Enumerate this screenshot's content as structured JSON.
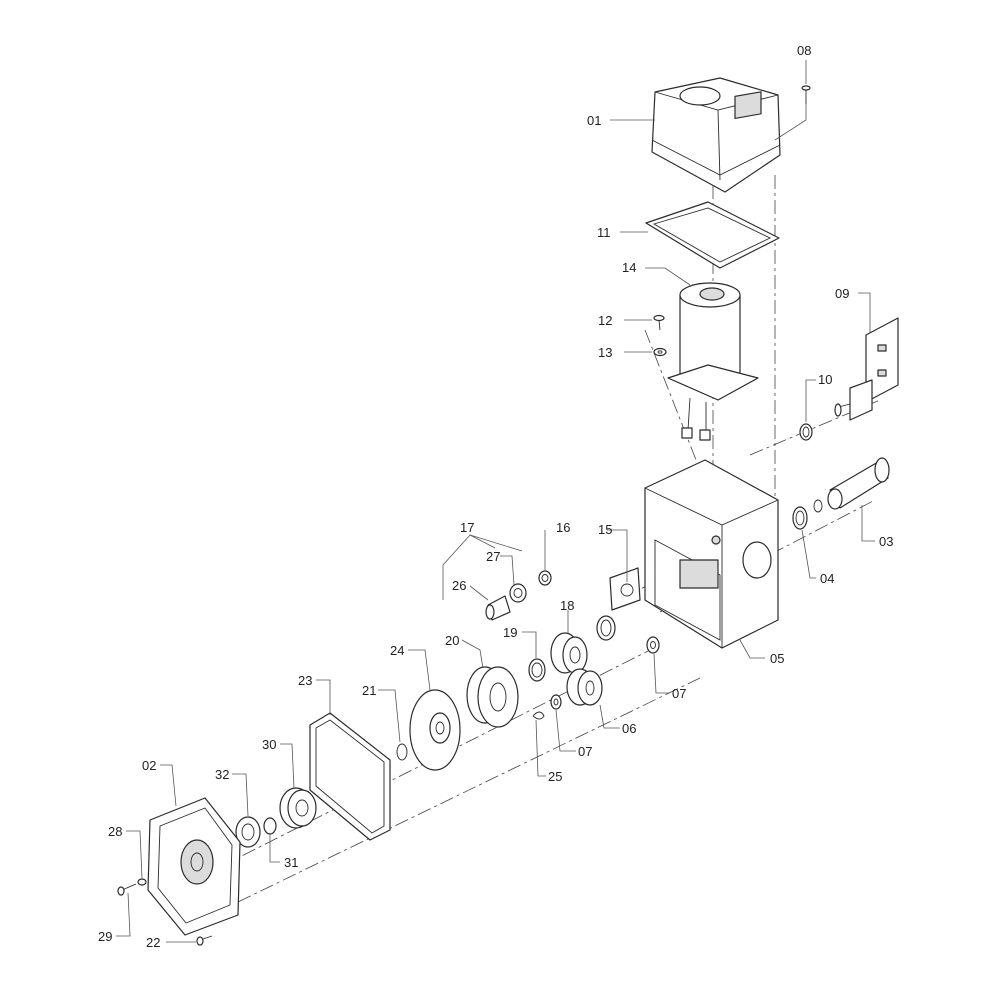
{
  "labels": [
    {
      "id": "01",
      "text": "01"
    },
    {
      "id": "08",
      "text": "08"
    },
    {
      "id": "11",
      "text": "11"
    },
    {
      "id": "14",
      "text": "14"
    },
    {
      "id": "12",
      "text": "12"
    },
    {
      "id": "13",
      "text": "13"
    },
    {
      "id": "09",
      "text": "09"
    },
    {
      "id": "10",
      "text": "10"
    },
    {
      "id": "03",
      "text": "03"
    },
    {
      "id": "04",
      "text": "04"
    },
    {
      "id": "05",
      "text": "05"
    },
    {
      "id": "17",
      "text": "17"
    },
    {
      "id": "16",
      "text": "16"
    },
    {
      "id": "15",
      "text": "15"
    },
    {
      "id": "27",
      "text": "27"
    },
    {
      "id": "26",
      "text": "26"
    },
    {
      "id": "18",
      "text": "18"
    },
    {
      "id": "19",
      "text": "19"
    },
    {
      "id": "20",
      "text": "20"
    },
    {
      "id": "24",
      "text": "24"
    },
    {
      "id": "23",
      "text": "23"
    },
    {
      "id": "21",
      "text": "21"
    },
    {
      "id": "07a",
      "text": "07"
    },
    {
      "id": "06",
      "text": "06"
    },
    {
      "id": "07b",
      "text": "07"
    },
    {
      "id": "25",
      "text": "25"
    },
    {
      "id": "30",
      "text": "30"
    },
    {
      "id": "32",
      "text": "32"
    },
    {
      "id": "02",
      "text": "02"
    },
    {
      "id": "28",
      "text": "28"
    },
    {
      "id": "31",
      "text": "31"
    },
    {
      "id": "29",
      "text": "29"
    },
    {
      "id": "22",
      "text": "22"
    }
  ]
}
